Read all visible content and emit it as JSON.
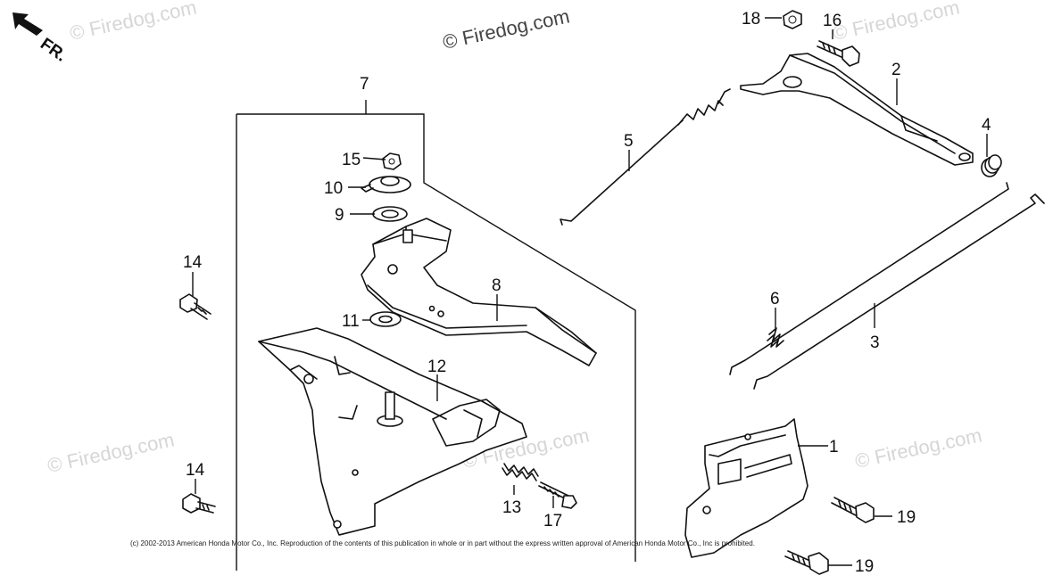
{
  "orientation_label": "FR.",
  "watermarks": {
    "primary": "© Firedog.com",
    "repeated": "© Firedog.com"
  },
  "callouts": {
    "c1": "1",
    "c2": "2",
    "c3": "3",
    "c4": "4",
    "c5": "5",
    "c6": "6",
    "c7": "7",
    "c8": "8",
    "c9": "9",
    "c10": "10",
    "c11": "11",
    "c12": "12",
    "c13": "13",
    "c14a": "14",
    "c14b": "14",
    "c15": "15",
    "c16": "16",
    "c17": "17",
    "c18": "18",
    "c19a": "19",
    "c19b": "19"
  },
  "copyright": "(c) 2002-2013 American Honda Motor Co., Inc. Reproduction of the contents of this publication in whole or in part without the express written approval of American Honda Motor Co., Inc is prohibited."
}
